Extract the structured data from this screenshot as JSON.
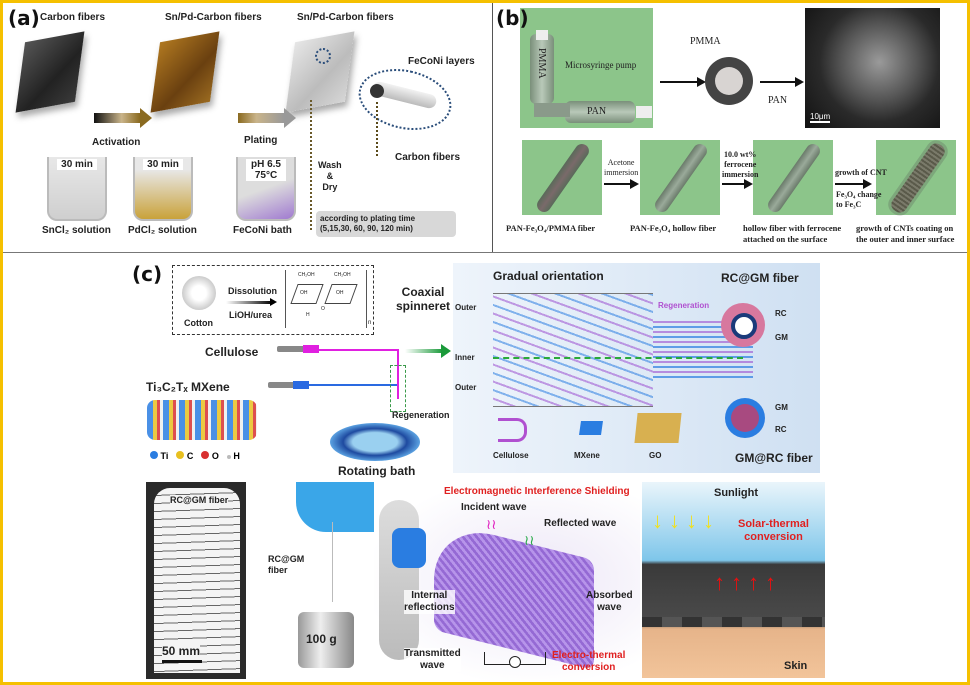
{
  "panel_a": {
    "letter": "(a)",
    "titles": [
      "Carbon fibers",
      "Sn/Pd-Carbon fibers",
      "Sn/Pd-Carbon fibers"
    ],
    "steps": [
      "Activation",
      "Plating"
    ],
    "callouts": {
      "layers": "FeCoNi layers",
      "core": "Carbon fibers",
      "wash": [
        "Wash",
        "&",
        "Dry"
      ]
    },
    "beakers": [
      {
        "cap": "30 min",
        "label": "SnCl₂ solution"
      },
      {
        "cap": "30 min",
        "label": "PdCl₂ solution"
      },
      {
        "cap": "pH 6.5",
        "cap2": "75°C",
        "label": "FeCoNi bath"
      }
    ],
    "note": [
      "according to plating time",
      "(5,15,30, 60, 90, 120 min)"
    ],
    "colors": {
      "carbon": "#3a3a3a",
      "snpd": "#8a5a1a",
      "plated": "#c8c8c8"
    }
  },
  "panel_b": {
    "letter": "(b)",
    "syringe_labels": {
      "pmma": "PMMA",
      "pan": "PAN",
      "pump": "Microsyringe pump"
    },
    "cross_section": {
      "pmma": "PMMA",
      "pan": "PAN"
    },
    "scale_bar": "10μm",
    "fibers": [
      "PAN-Fe₃O₄/PMMA  fiber",
      "PAN-Fe₃O₄ hollow fiber",
      "hollow fiber with ferrocene attached on the surface",
      "growth of CNTs coating on the outer and inner surface"
    ],
    "fiber_lines": [
      [
        "PAN-Fe₃O₄/PMMA  fiber"
      ],
      [
        "PAN-Fe₃O₄ hollow fiber"
      ],
      [
        "hollow fiber with ferrocene",
        "attached on the surface"
      ],
      [
        "growth of CNTs coating on",
        "the outer and inner surface"
      ]
    ],
    "arrows": [
      {
        "top": [
          "Acetone",
          "immersion"
        ],
        "bottom": []
      },
      {
        "top": [
          "10.0 wt%",
          "ferrocene",
          "immersion"
        ],
        "bottom": []
      },
      {
        "top": [
          "growth of CNT"
        ],
        "bottom": [
          "Fe₃O₄ change",
          "to Fe₃C"
        ]
      }
    ]
  },
  "panel_c": {
    "letter": "(c)",
    "dissolution": {
      "cotton": "Cotton",
      "step": "Dissolution",
      "reagent": "LiOH/urea",
      "n": "n",
      "ch2oh": "CH₂OH",
      "oh": "OH",
      "o": "O",
      "h": "H"
    },
    "cellulose": "Cellulose",
    "mxene": "Ti₃C₂Tₓ MXene",
    "atom_legend": [
      {
        "sym": "Ti",
        "color": "#2a7de1"
      },
      {
        "sym": "C",
        "color": "#e8c020"
      },
      {
        "sym": "O",
        "color": "#d83030"
      },
      {
        "sym": "H",
        "color": "#bbbbbb"
      }
    ],
    "coaxial": [
      "Coaxial",
      "spinneret"
    ],
    "regeneration": "Regeneration",
    "rotating_bath": "Rotating bath",
    "flow": {
      "title": "Gradual orientation",
      "outer_top": "Outer",
      "inner": "Inner",
      "outer_bottom": "Outer",
      "regeneration": "Regeneration",
      "legend": [
        "Cellulose",
        "MXene",
        "GO"
      ],
      "rc_gm_title": "RC@GM fiber",
      "gm_rc_title": "GM@RC fiber",
      "rc": "RC",
      "gm": "GM"
    },
    "photo1": {
      "title": "RC@GM fiber",
      "scale": "50 mm"
    },
    "photo2": {
      "label": [
        "RC@GM",
        "fiber"
      ],
      "weight": "100 g"
    },
    "emi": {
      "title": "Electromagnetic Interference Shielding",
      "incident": "Incident wave",
      "reflected": "Reflected wave",
      "internal": [
        "Internal",
        "reflections"
      ],
      "absorbed": [
        "Absorbed",
        "wave"
      ],
      "transmitted": [
        "Transmitted",
        "wave"
      ],
      "electro": [
        "Electro-thermal",
        "conversion"
      ]
    },
    "solar": {
      "sunlight": "Sunlight",
      "conversion": [
        "Solar-thermal",
        "conversion"
      ],
      "skin": "Skin"
    }
  },
  "colors": {
    "frame": "#f5c000",
    "green_bg": "#8cc58a",
    "flow_bg": "#dbe9f6",
    "red_text": "#e02020",
    "purple": "#9b4fd0",
    "mxene_blue": "#2a7de1",
    "go_gold": "#d8b050"
  }
}
